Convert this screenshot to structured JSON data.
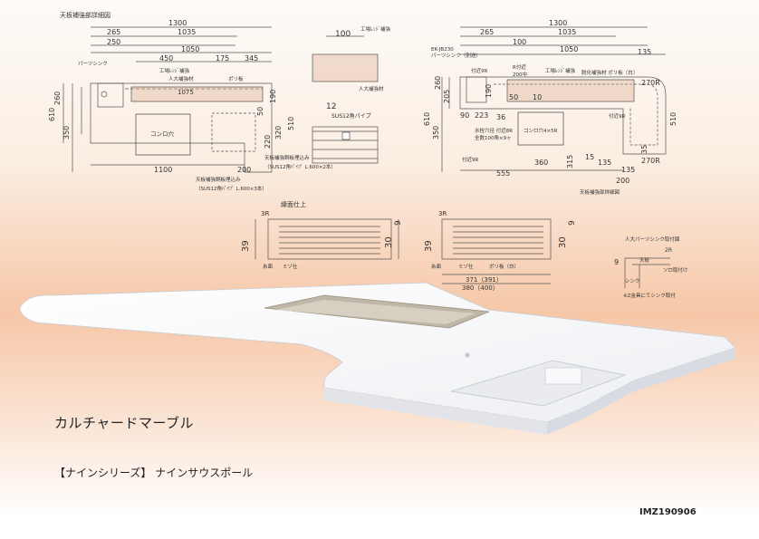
{
  "document": {
    "product_name": "カルチャードマーブル",
    "series_name": "【ナインシリーズ】 ナインサウスポール",
    "doc_code": "IMZ190906"
  },
  "left_drawing": {
    "title": "天板補強部詳細図",
    "dims_top": [
      "1300",
      "265",
      "1035",
      "250",
      "1050",
      "450",
      "175",
      "345",
      "1075"
    ],
    "dims_left": [
      "260",
      "610",
      "350"
    ],
    "dims_right": [
      "190",
      "50",
      "510",
      "320",
      "220"
    ],
    "dims_bottom": [
      "1100",
      "200"
    ],
    "labels": [
      "パーツシンク",
      "工場ﾚﾝｼﾞ補強",
      "人大補強材",
      "ポリ板",
      "コンロ穴",
      "天板補強銅板埋込み",
      "（SUS12角ﾊﾟｲﾌﾟ L.600×2本）",
      "天板補強銅板埋込み",
      "（SUS12角ﾊﾟｲﾌﾟ L.600×3本）"
    ]
  },
  "middle_drawing": {
    "dims": [
      "100",
      "12"
    ],
    "labels": [
      "工場ﾚﾝｼﾞ補強",
      "人大補強材",
      "SUS12角パイプ"
    ]
  },
  "right_drawing": {
    "title": "天板補強部詳細図",
    "dims_top": [
      "1300",
      "265",
      "1035",
      "100",
      "1050",
      "135"
    ],
    "dims_left": [
      "610",
      "350",
      "205",
      "260"
    ],
    "dims_right": [
      "270R",
      "510",
      "35",
      "270R",
      "135",
      "200"
    ],
    "dims_bottom": [
      "555",
      "360",
      "315",
      "135"
    ],
    "dims_misc": [
      "90",
      "223",
      "36",
      "190",
      "50",
      "15",
      "10"
    ],
    "labels": [
      "EK-JB230",
      "パーツシンク（別途）",
      "付近9R",
      "R付近",
      "200中",
      "工場ﾚﾝｼﾞ補強",
      "脱化補強材 ポリ板（白）",
      "付近9R",
      "水栓穴径 付近8R",
      "全数100角×9ヶ",
      "コンロ穴4×5R",
      "付近9R"
    ]
  },
  "edge_detail": {
    "title": "縁面仕上",
    "left_dims": [
      "3R",
      "39",
      "9",
      "30"
    ],
    "left_labels": [
      "糸面",
      "ミゾ仕"
    ],
    "right_dims": [
      "3R",
      "39",
      "9",
      "30",
      "371（391）",
      "380（400）"
    ],
    "right_labels": [
      "糸面",
      "ミゾ仕",
      "ポリ板（白）"
    ]
  },
  "sink_detail": {
    "title": "人大パーツシンク取付図",
    "labels": [
      "2R",
      "天板",
      "ソロ取付け",
      "シンク",
      "※Z金具にてシンク取付"
    ],
    "dim": "9"
  },
  "colors": {
    "gradient_top": "#fdfbf8",
    "gradient_mid": "#f6c7a7",
    "counter_top": "#f5f6f8",
    "line": "#444444"
  }
}
